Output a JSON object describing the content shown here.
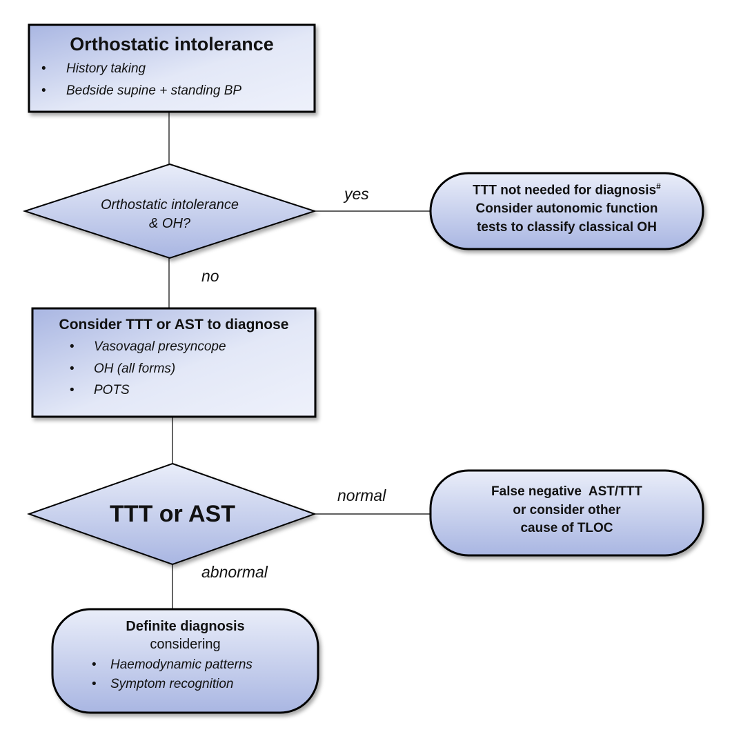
{
  "nodes": {
    "start": {
      "title": "Orthostatic intolerance",
      "bullets": [
        "History taking",
        "Bedside supine + standing BP"
      ]
    },
    "decision1": {
      "line1": "Orthostatic intolerance",
      "line2": "& OH?"
    },
    "yes_result": {
      "line1": "TTT not needed for diagnosis",
      "line1_sup": "#",
      "line2": "Consider autonomic function",
      "line3": "tests to classify classical OH"
    },
    "consider": {
      "title": "Consider TTT or AST to diagnose",
      "bullets": [
        "Vasovagal presyncope",
        "OH (all forms)",
        "POTS"
      ]
    },
    "decision2": {
      "label": "TTT or AST"
    },
    "normal_result": {
      "line1": "False negative  AST/TTT",
      "line2": "or consider other",
      "line3": "cause of TLOC"
    },
    "final": {
      "title": "Definite diagnosis",
      "subtitle": "considering",
      "bullets": [
        "Haemodynamic patterns",
        "Symptom recognition"
      ]
    }
  },
  "edges": {
    "yes": "yes",
    "no": "no",
    "normal": "normal",
    "abnormal": "abnormal"
  },
  "bullet_glyph": "•",
  "colors": {
    "fill_light": "#e9edf9",
    "fill_dark": "#a9b6e2",
    "stroke": "#000000",
    "text": "#111111"
  }
}
